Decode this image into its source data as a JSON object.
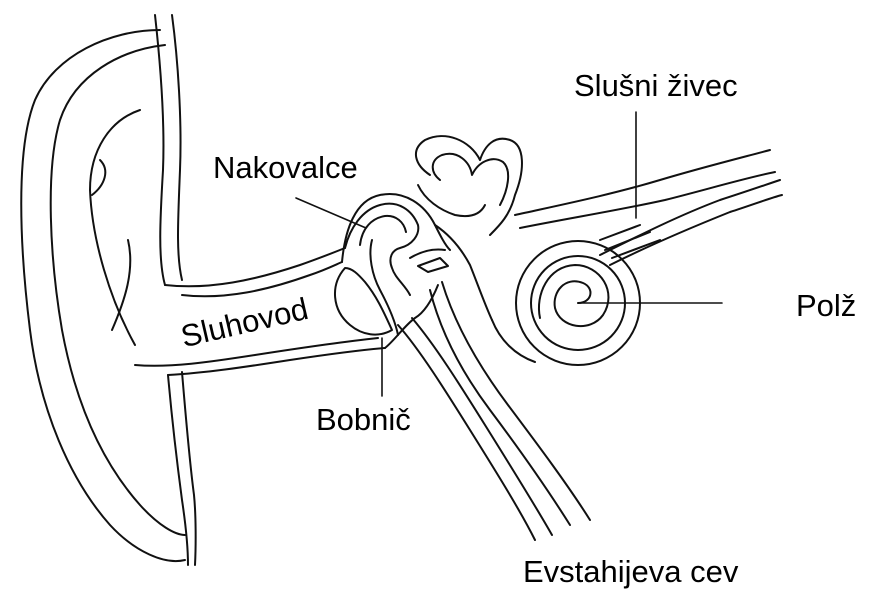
{
  "labels": {
    "auditory_nerve": "Slušni živec",
    "incus": "Nakovalce",
    "cochlea": "Polž",
    "ear_canal": "Sluhovod",
    "eardrum": "Bobnič",
    "eustachian_tube": "Evstahijeva cev"
  }
}
